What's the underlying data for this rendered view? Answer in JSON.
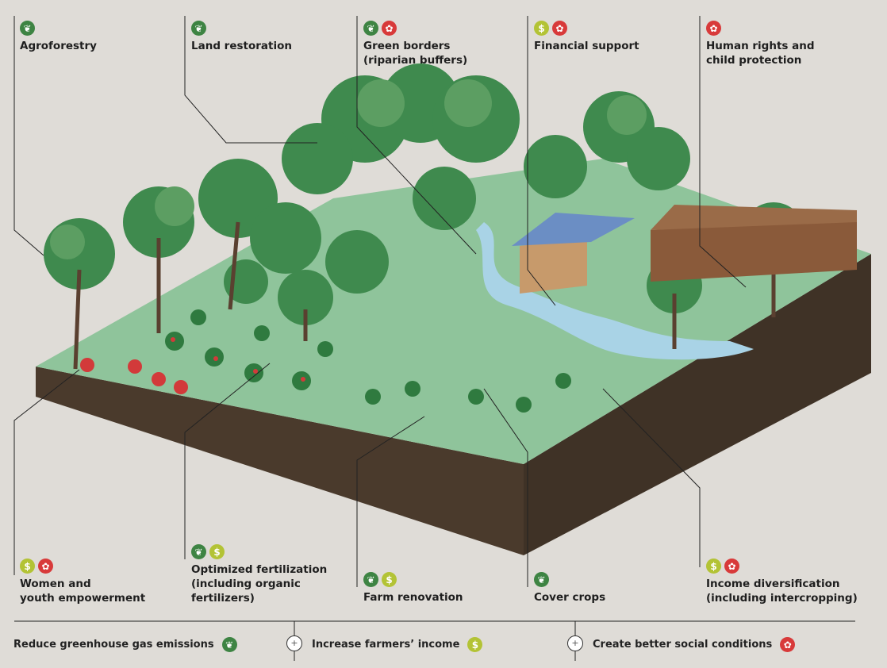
{
  "colors": {
    "climate": "#3e8443",
    "income": "#b3c335",
    "social": "#d83a3a",
    "background": "#dfdcd7"
  },
  "icons": {
    "climate": "leaf-icon",
    "income": "dollar-icon",
    "social": "people-icon",
    "dollar_glyph": "$",
    "leaf_glyph": "❦",
    "social_glyph": "✿",
    "plus_glyph": "+"
  },
  "labels": {
    "agroforestry": "Agroforestry",
    "land_restoration": "Land restoration",
    "green_borders_1": "Green borders",
    "green_borders_2": "(riparian buffers)",
    "financial_support": "Financial support",
    "human_rights_1": "Human rights and",
    "human_rights_2": "child protection",
    "women_1": "Women and",
    "women_2": "youth empowerment",
    "fert_1": "Optimized fertilization",
    "fert_2": "(including organic",
    "fert_3": "fertilizers)",
    "farm_renovation": "Farm renovation",
    "cover_crops": "Cover crops",
    "income_div_1": "Income diversification",
    "income_div_2": "(including intercropping)"
  },
  "legend": {
    "climate": "Reduce greenhouse gas emissions",
    "income": "Increase farmers’ income",
    "social": "Create better social conditions"
  }
}
